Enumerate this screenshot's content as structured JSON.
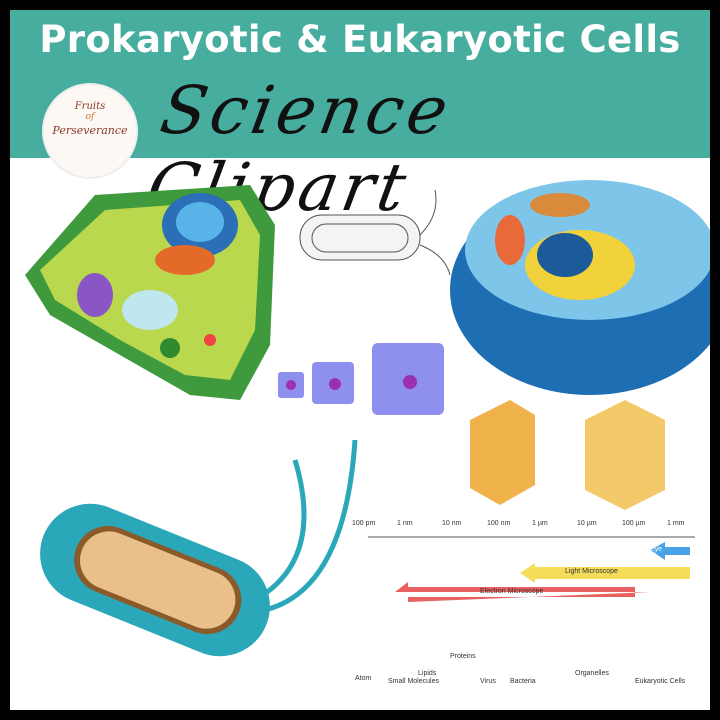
{
  "header": {
    "title": "Prokaryotic & Eukaryotic Cells",
    "subtitle": "Science Clipart"
  },
  "logo": {
    "line1": "Fruits",
    "line2": "of",
    "line3": "Perseverance"
  },
  "colors": {
    "band": "#46ad9f",
    "plant_cell": "#4fb04a",
    "animal_cell": "#2f8fd0",
    "bacteria": "#2aa7b8",
    "electron_arrow": "#e86060",
    "light_arrow": "#f5dc5a",
    "eye_arrow": "#4aa3e6"
  },
  "scale": {
    "ticks": [
      "100 pm",
      "1 nm",
      "10 nm",
      "100 nm",
      "1 µm",
      "10 µm",
      "100 µm",
      "1 mm"
    ],
    "eye": "Eye",
    "light_microscope": "Light Microscope",
    "electron_microscope": "Electron Microscope",
    "items": [
      "Atom",
      "Small Molecules",
      "Lipids",
      "Proteins",
      "Virus",
      "Bacteria",
      "Organelles",
      "Eukaryotic Cells"
    ]
  }
}
